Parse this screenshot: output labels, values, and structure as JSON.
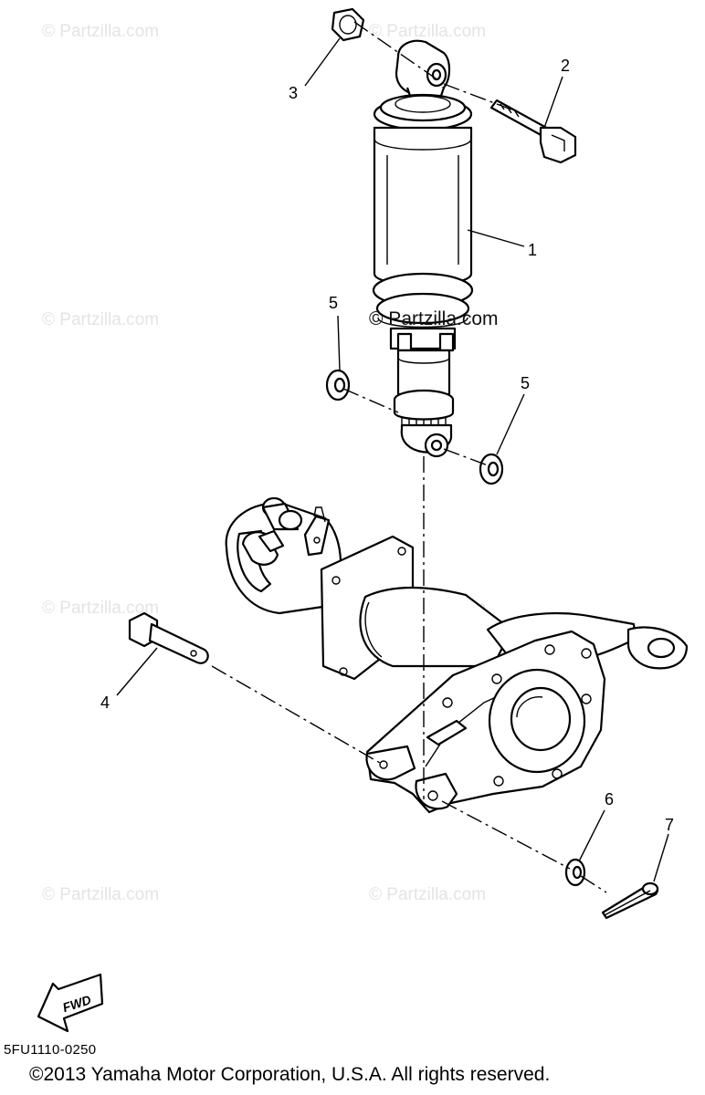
{
  "watermark": "© Partzilla.com",
  "watermark_center": "© Partzilla.com",
  "callouts": {
    "c1": "1",
    "c2": "2",
    "c3": "3",
    "c4": "4",
    "c5a": "5",
    "c5b": "5",
    "c6": "6",
    "c7": "7"
  },
  "fwd_label": "FWD",
  "diagram_code": "5FU1110-0250",
  "copyright": "©2013 Yamaha Motor Corporation, U.S.A. All rights reserved."
}
